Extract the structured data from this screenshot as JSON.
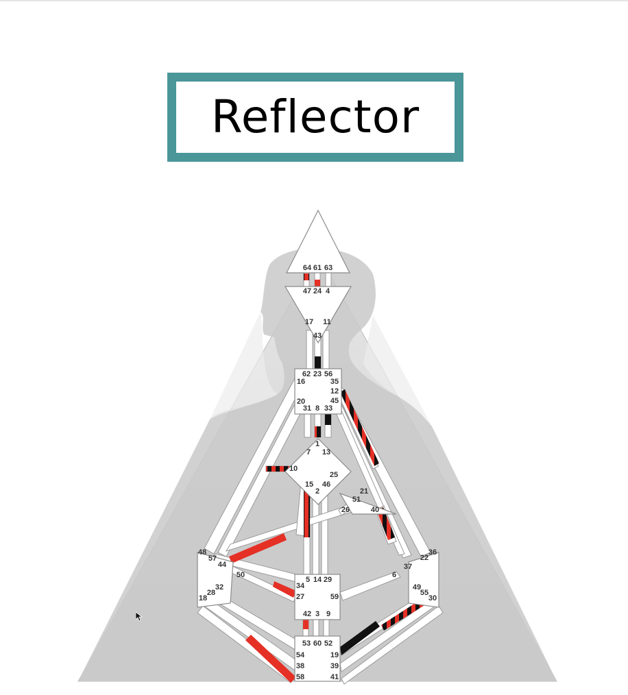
{
  "title": "Reflector",
  "colors": {
    "accent": "#4a9699",
    "defined_personality": "#000000",
    "defined_design": "#e53026",
    "background_triangle": "#d4d4d4",
    "silhouette": "#c8c8c8",
    "center_fill": "#ffffff"
  },
  "gates": {
    "g64": "64",
    "g61": "61",
    "g63": "63",
    "g47": "47",
    "g24": "24",
    "g4": "4",
    "g17": "17",
    "g11": "11",
    "g43": "43",
    "g62": "62",
    "g23": "23",
    "g56": "56",
    "g16": "16",
    "g35": "35",
    "g12": "12",
    "g45": "45",
    "g20": "20",
    "g31": "31",
    "g8": "8",
    "g33": "33",
    "g1": "1",
    "g7": "7",
    "g13": "13",
    "g10": "10",
    "g25": "25",
    "g15": "15",
    "g2": "2",
    "g46": "46",
    "g21": "21",
    "g51": "51",
    "g26": "26",
    "g40": "40",
    "g48": "48",
    "g57": "57",
    "g44": "44",
    "g36": "36",
    "g22": "22",
    "g37": "37",
    "g50": "50",
    "g5": "5",
    "g14": "14",
    "g29": "29",
    "g6": "6",
    "g34": "34",
    "g27": "27",
    "g59": "59",
    "g32": "32",
    "g28": "28",
    "g18": "18",
    "g49": "49",
    "g55": "55",
    "g30": "30",
    "g42": "42",
    "g3": "3",
    "g9": "9",
    "g53": "53",
    "g60": "60",
    "g52": "52",
    "g54": "54",
    "g19": "19",
    "g38": "38",
    "g39": "39",
    "g58": "58",
    "g41": "41"
  },
  "activations": [
    {
      "channel": "64-47",
      "design": true,
      "personality": true
    },
    {
      "channel": "61-24",
      "design": true,
      "personality": false
    },
    {
      "channel": "23-43",
      "design": false,
      "personality": true
    },
    {
      "channel": "12-22",
      "design": true,
      "personality": true
    },
    {
      "channel": "8-1",
      "design": true,
      "personality": true
    },
    {
      "channel": "33-13",
      "design": false,
      "personality": true
    },
    {
      "channel": "10-20",
      "design": true,
      "personality": true
    },
    {
      "channel": "15-5",
      "design": true,
      "personality": true
    },
    {
      "channel": "26-44",
      "design": true,
      "personality": false
    },
    {
      "channel": "40-37",
      "design": true,
      "personality": true
    },
    {
      "channel": "50-27",
      "design": true,
      "personality": false
    },
    {
      "channel": "42-53",
      "design": true,
      "personality": false
    },
    {
      "channel": "19-49",
      "design": false,
      "personality": true
    },
    {
      "channel": "55-39",
      "design": true,
      "personality": true
    },
    {
      "channel": "58-18",
      "design": true,
      "personality": false
    }
  ]
}
